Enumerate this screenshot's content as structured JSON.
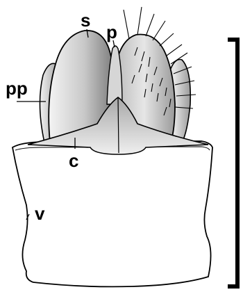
{
  "labels": {
    "s": "s",
    "p": "p",
    "pp": "pp",
    "c": "c",
    "v": "v"
  },
  "scale_bar": {
    "present": true,
    "label": ""
  },
  "colors": {
    "ink": "#000000",
    "paper": "#ffffff",
    "lobe_fill_light": "#e8e8e8",
    "lobe_fill_dark": "#8a8a8a"
  }
}
